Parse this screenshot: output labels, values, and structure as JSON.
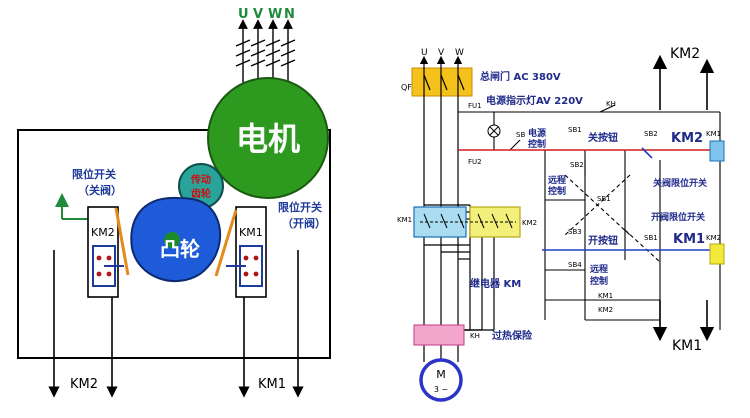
{
  "left": {
    "phases": [
      "U",
      "V",
      "W",
      "N"
    ],
    "motor": "电机",
    "gear": [
      "传动",
      "齿轮"
    ],
    "cam": "凸轮",
    "limit_left": [
      "限位开关",
      "（关阀）"
    ],
    "limit_right": [
      "限位开关",
      "（开阀）"
    ],
    "km2": "KM2",
    "km1": "KM1",
    "bottom_km2": "KM2",
    "bottom_km1": "KM1"
  },
  "right": {
    "phases": [
      "U",
      "V",
      "W"
    ],
    "qf": "QF",
    "main_gate": "总闸门 AC 380V",
    "fu1": "FU1",
    "fu2": "FU2",
    "power_lamp": "电源指示灯AV 220V",
    "kh_top": "KH",
    "sb": "SB",
    "power_ctrl": [
      "电源",
      "控制"
    ],
    "sb1_top": "SB1",
    "close_btn": "关按钮",
    "sb2_top": "SB2",
    "km2_label": "KM2",
    "km1_coil_top": "KM1",
    "sb2_mid": "SB2",
    "remote_left": [
      "远程",
      "控制"
    ],
    "sb1_mid": "SB1",
    "close_limit": "关阀限位开关",
    "open_limit": "开阀限位开关",
    "km1_contacts": "KM1",
    "km2_contacts": "KM2",
    "sb3": "SB3",
    "open_btn": "开按钮",
    "sb1_low": "SB1",
    "km1_label": "KM1",
    "km2_coil_low": "KM2",
    "sb4": "SB4",
    "remote_right": [
      "远程",
      "控制"
    ],
    "km1_small": "KM1",
    "km2_small": "KM2",
    "relay": "继电器 KM",
    "kh_bottom": "KH",
    "overheat": "过热保险",
    "motor_m": "M",
    "motor_3": "3 ~",
    "arrow_top": "KM2",
    "arrow_bottom": "KM1"
  }
}
